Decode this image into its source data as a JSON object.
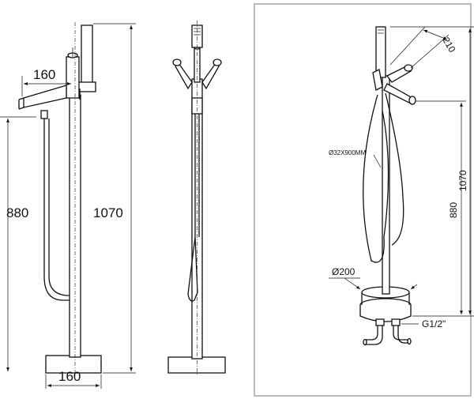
{
  "views": {
    "side": {
      "handle_width": "160",
      "spout_height": "880",
      "total_height": "1070",
      "base_width": "160"
    },
    "front": {},
    "iso": {
      "handle_length": "210",
      "hose": "Ø32X900MM",
      "base_diameter": "Ø200",
      "total_height": "1070",
      "spout_height": "880",
      "connection": "G1/2\""
    }
  }
}
